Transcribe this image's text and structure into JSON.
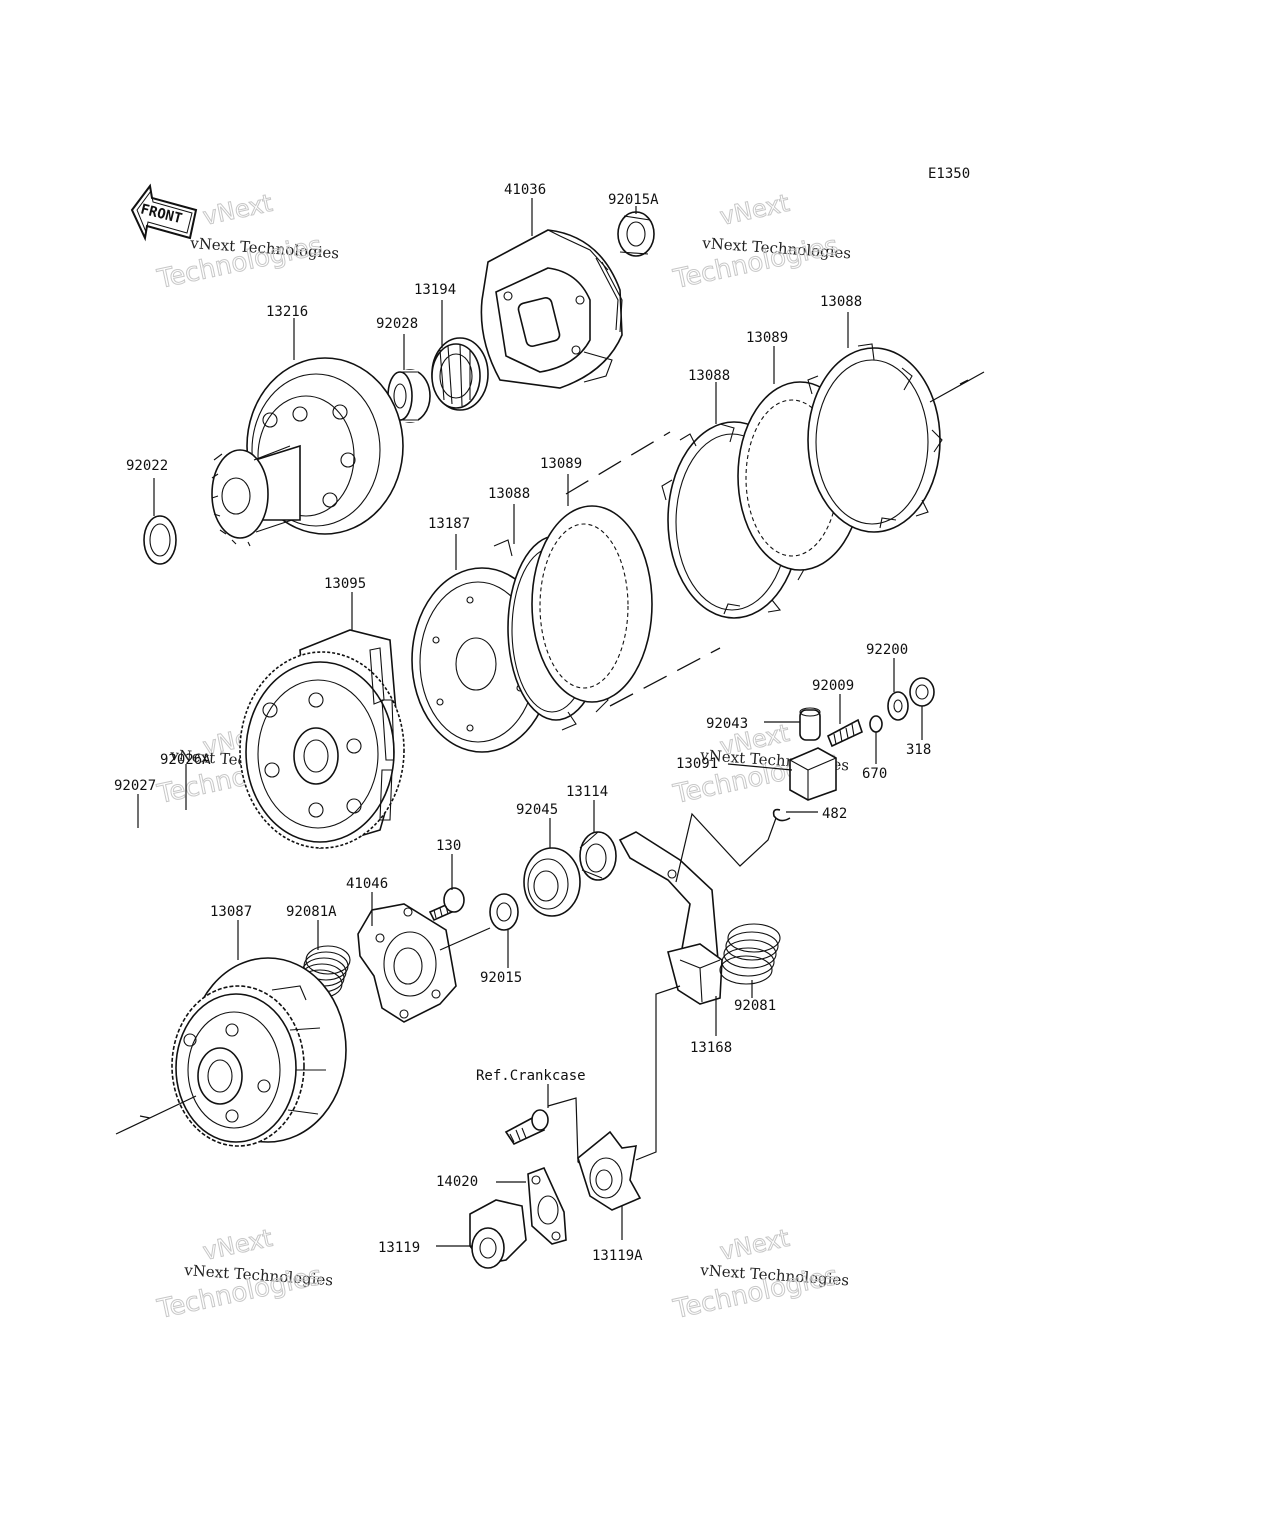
{
  "diagram": {
    "code": "E1350",
    "front_badge": "FRONT",
    "ref_label": "Ref.Crankcase",
    "part_labels": {
      "p41036": "41036",
      "p92015A": "92015A",
      "p13194": "13194",
      "p92028": "92028",
      "p13216": "13216",
      "p13088_a": "13088",
      "p13089_a": "13089",
      "p13088_b": "13088",
      "p92022": "92022",
      "p13089_b": "13089",
      "p13088_c": "13088",
      "p13187": "13187",
      "p13095": "13095",
      "p92200": "92200",
      "p92009": "92009",
      "p92043": "92043",
      "p318": "318",
      "p13091": "13091",
      "p670": "670",
      "p92026A": "92026A",
      "p92027": "92027",
      "p482": "482",
      "p13114": "13114",
      "p92045": "92045",
      "p130": "130",
      "p41046": "41046",
      "p13087": "13087",
      "p92081A": "92081A",
      "p92015": "92015",
      "p92081": "92081",
      "p13168": "13168",
      "p14020": "14020",
      "p13119": "13119",
      "p13119A": "13119A"
    }
  },
  "watermark": {
    "line_small": "vNext Technologies",
    "line_vnext": "vNext",
    "line_big": "Technologies"
  }
}
